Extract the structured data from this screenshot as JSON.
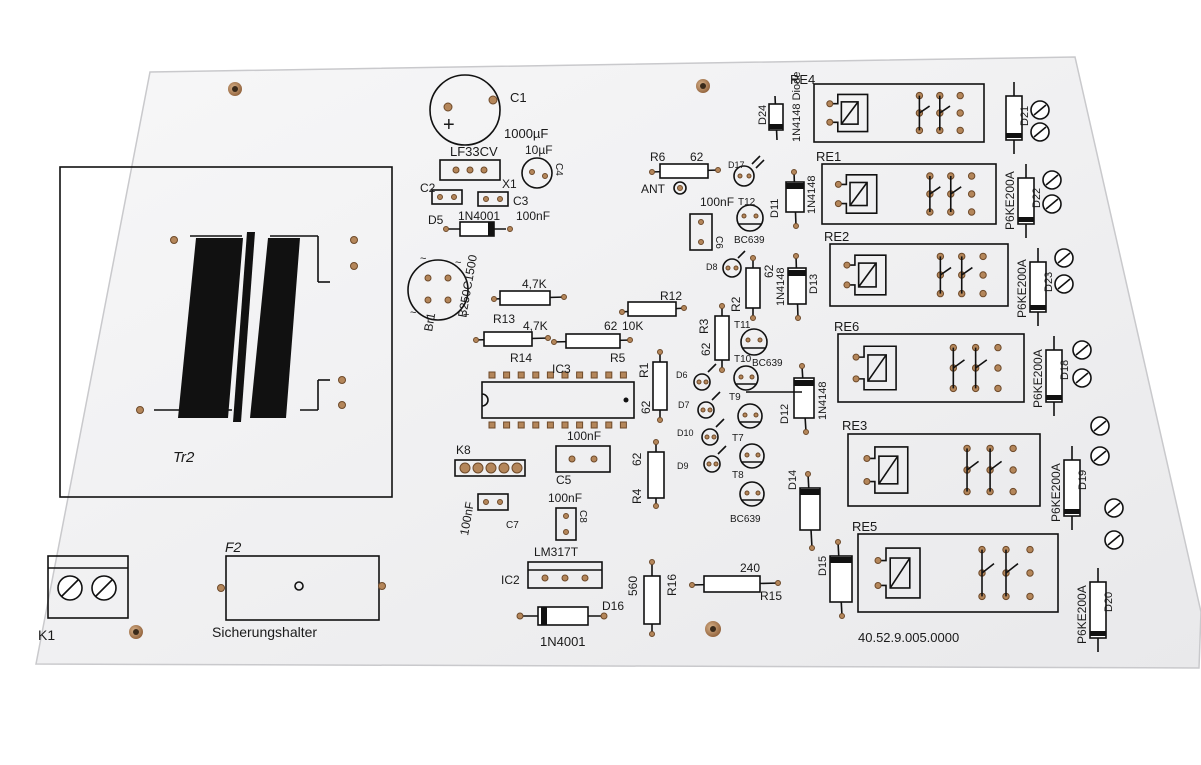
{
  "board": {
    "colors": {
      "board": "#f3f3f4",
      "board_edge": "#c9c9cc",
      "silk": "#111111",
      "pad": "#b4865a",
      "copper_mount": "#8a5a34"
    }
  },
  "labels": {
    "c1": "C1",
    "c1_value": "1000µF",
    "lf33cv": "LF33CV",
    "c4_value": "10µF",
    "c4": "C4",
    "x1": "X1",
    "c2": "C2",
    "c3": "C3",
    "c3_value": "100nF",
    "d5": "D5",
    "n4001_top": "1N4001",
    "br1_part": "B250C1500",
    "br1": "Br1",
    "r13": "R13",
    "r13_value": "4,7K",
    "r14": "R14",
    "r14_value": "4,7K",
    "r12": "R12",
    "r5": "R5",
    "r5_value": "62",
    "r12_value": "10K",
    "ic3": "IC3",
    "k8": "K8",
    "c5": "C5",
    "c5_value": "100nF",
    "c7": "C7",
    "c7_value": "100nF",
    "c8": "C8",
    "c8_value": "100nF",
    "lm317t": "LM317T",
    "ic2": "IC2",
    "d16": "D16",
    "n4001_bottom": "1N4001",
    "r16_value": "560",
    "r16": "R16",
    "r15_value": "240",
    "r15": "R15",
    "tr2": "Tr2",
    "f2": "F2",
    "fuse_holder": "Sicherungshalter",
    "k1": "K1",
    "r6": "R6",
    "r6_value": "62",
    "ant": "ANT",
    "d17": "D17",
    "c6_value": "100nF",
    "t12": "T12",
    "c6": "C6",
    "bc639_t12": "BC639",
    "d8": "D8",
    "r2": "R2",
    "r2_value": "62",
    "r3": "R3",
    "r3_value": "62",
    "t11": "T11",
    "t10": "T10",
    "bc639_t10": "BC639",
    "r1": "R1",
    "r1_value": "62",
    "d6": "D6",
    "d7": "D7",
    "t9": "T9",
    "d10": "D10",
    "t7": "T7",
    "d9": "D9",
    "t8": "T8",
    "r4": "R4",
    "r4_value": "62",
    "bc639_bottom": "BC639",
    "d24": "D24",
    "n4148_diode": "1N4148 Diode",
    "d11": "D11",
    "n4148_d11": "1N4148",
    "d13": "D13",
    "n4148_d13": "1N4148",
    "d12": "D12",
    "n4148_d12": "1N4148",
    "d14": "D14",
    "d15": "D15",
    "re4": "RE4",
    "re1": "RE1",
    "re2": "RE2",
    "re6": "RE6",
    "re3": "RE3",
    "re5": "RE5",
    "d21": "D21",
    "d22": "D22",
    "d23": "D23",
    "d18": "D18",
    "d19": "D19",
    "d20": "D20",
    "p6ke_1": "P6KE200A",
    "p6ke_2": "P6KE200A",
    "p6ke_3": "P6KE200A",
    "p6ke_4": "P6KE200A",
    "p6ke_5": "P6KE200A",
    "relay_part": "40.52.9.005.0000"
  }
}
